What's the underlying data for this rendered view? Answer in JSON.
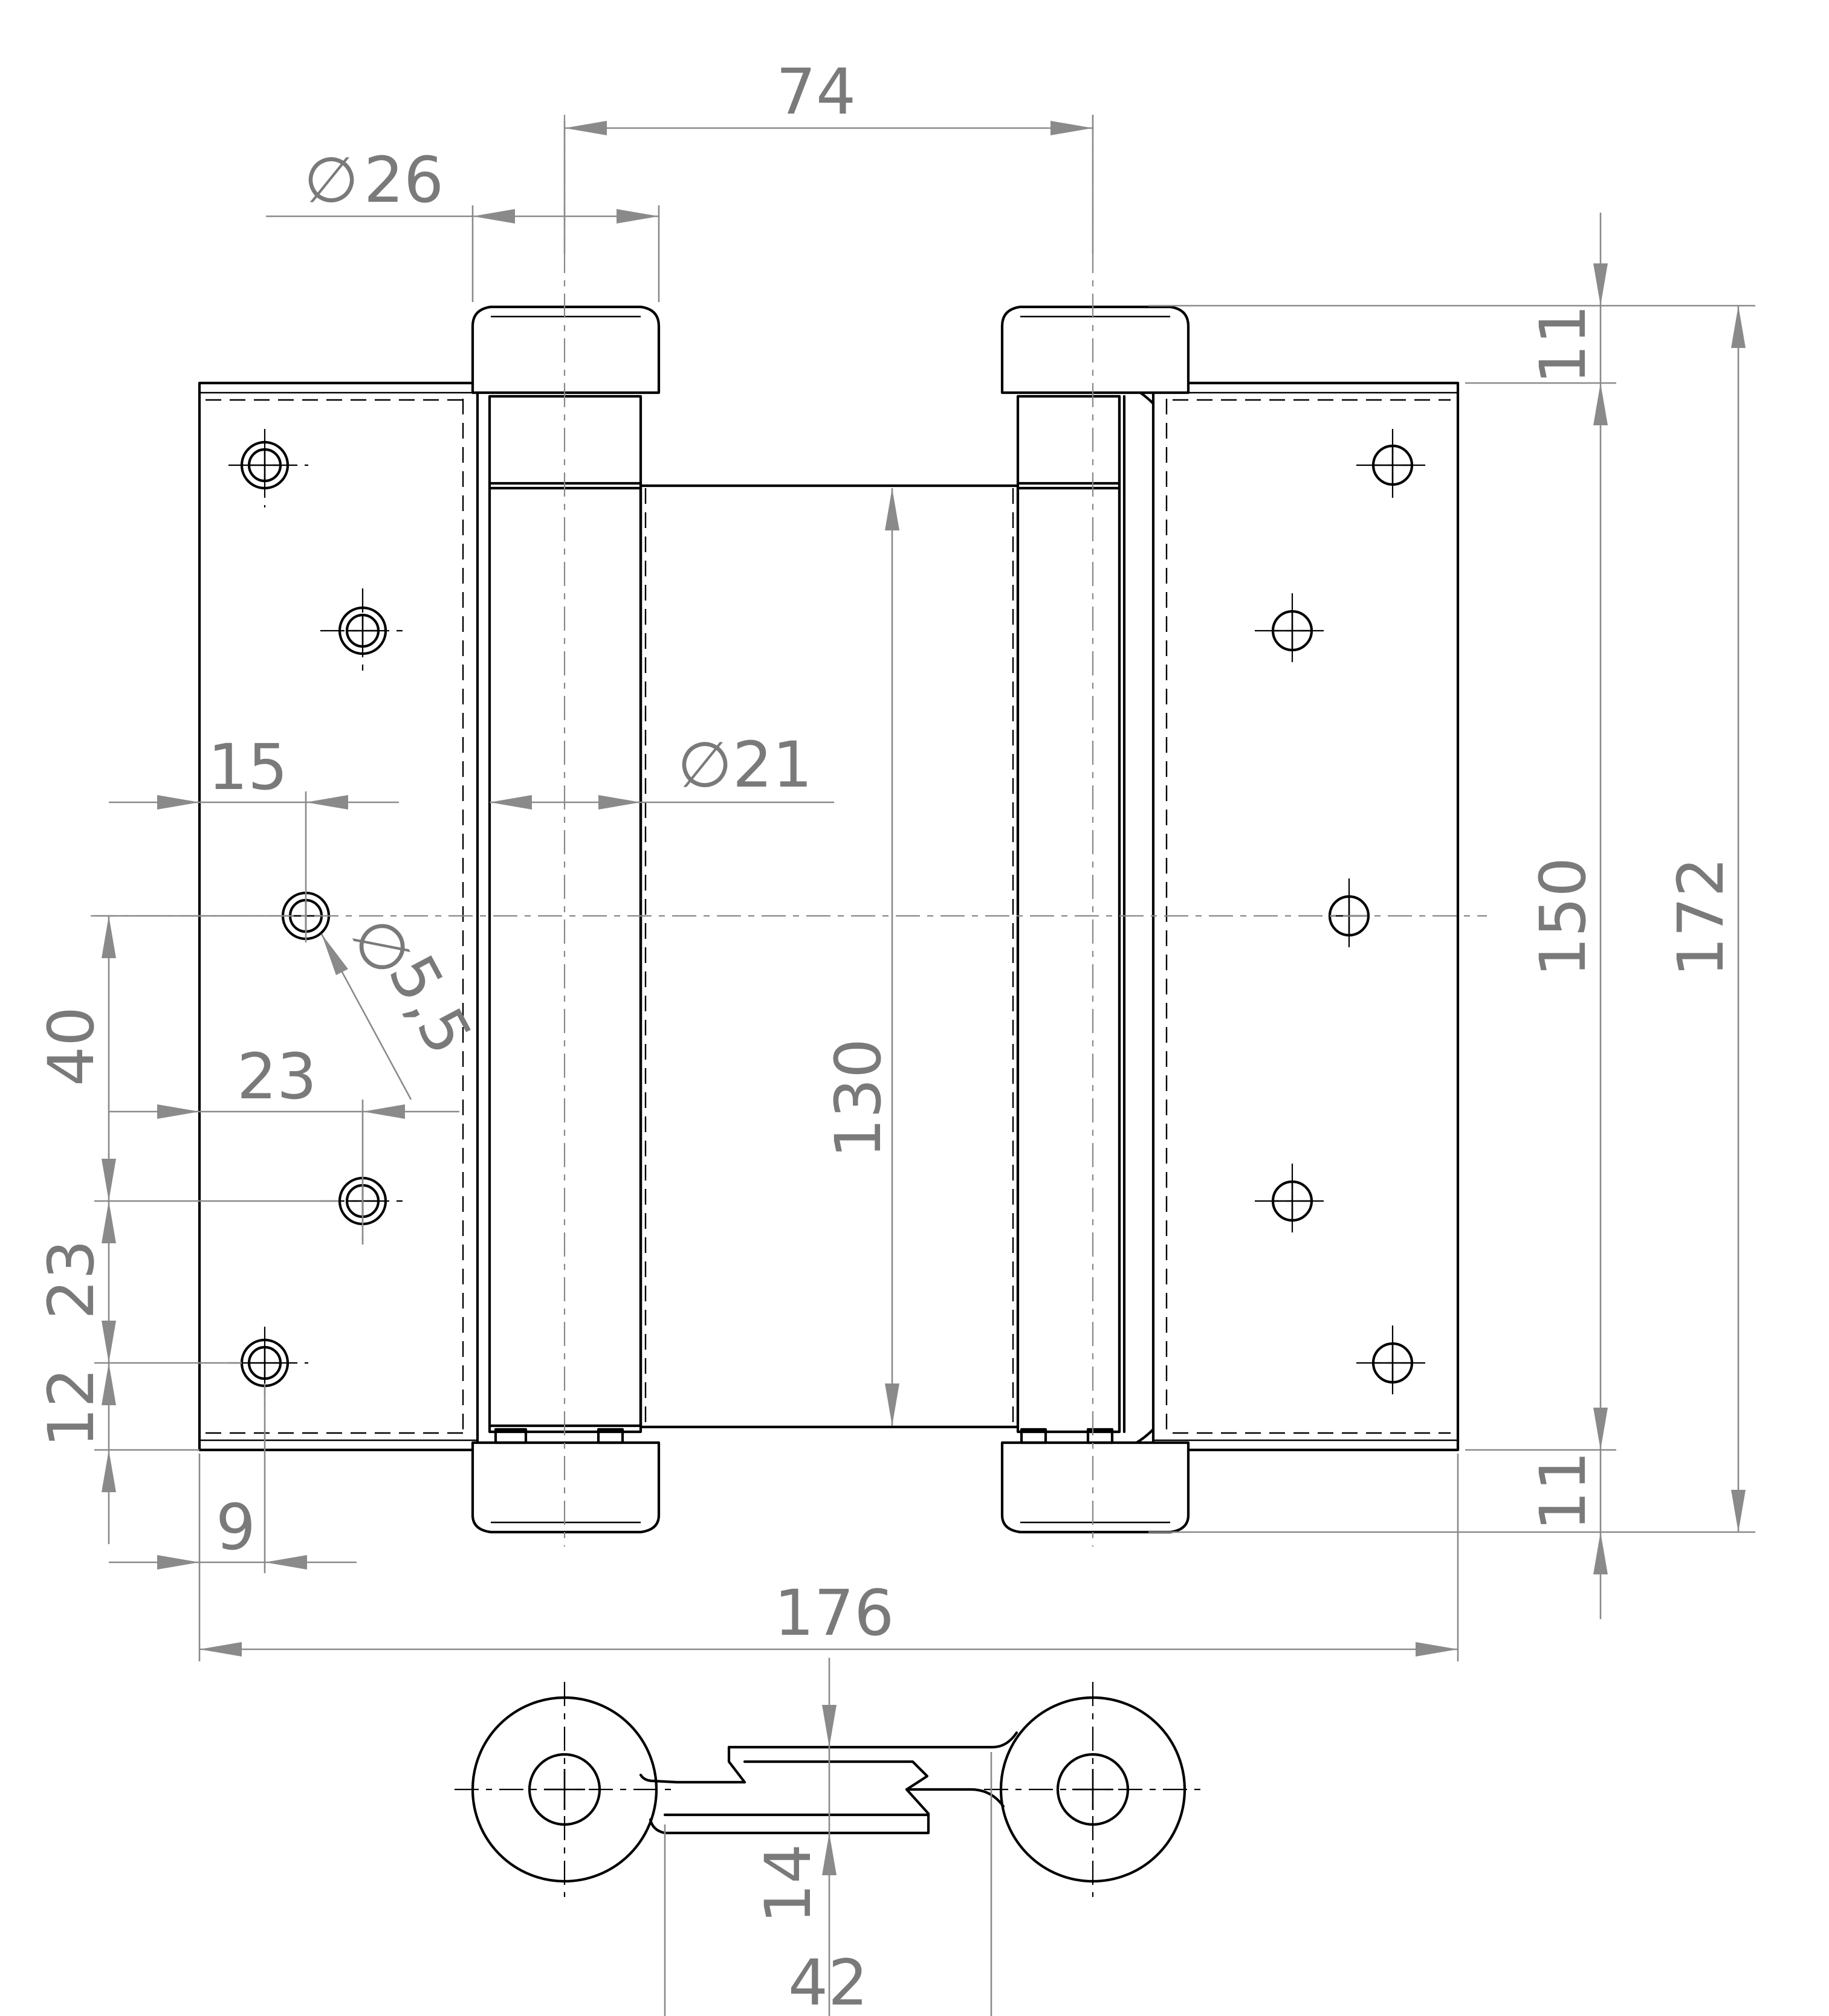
{
  "dimensions": {
    "pivot_spacing": "74",
    "end_cap_diameter": "26",
    "barrel_diameter": "21",
    "barrel_length": "130",
    "hole_edge_offset": "15",
    "hole_diameter": "5,5",
    "hole_center_offset": "23",
    "hole_spacing_40": "40",
    "hole_spacing_23": "23",
    "bottom_hole_height": "12",
    "bottom_hole_x": "9",
    "overall_width": "176",
    "cap_height_top": "11",
    "cap_height_bottom": "11",
    "leaf_height": "150",
    "overall_height": "172",
    "leaf_thickness": "14",
    "section_width": "42"
  },
  "symbols": {
    "diameter": "∅"
  }
}
